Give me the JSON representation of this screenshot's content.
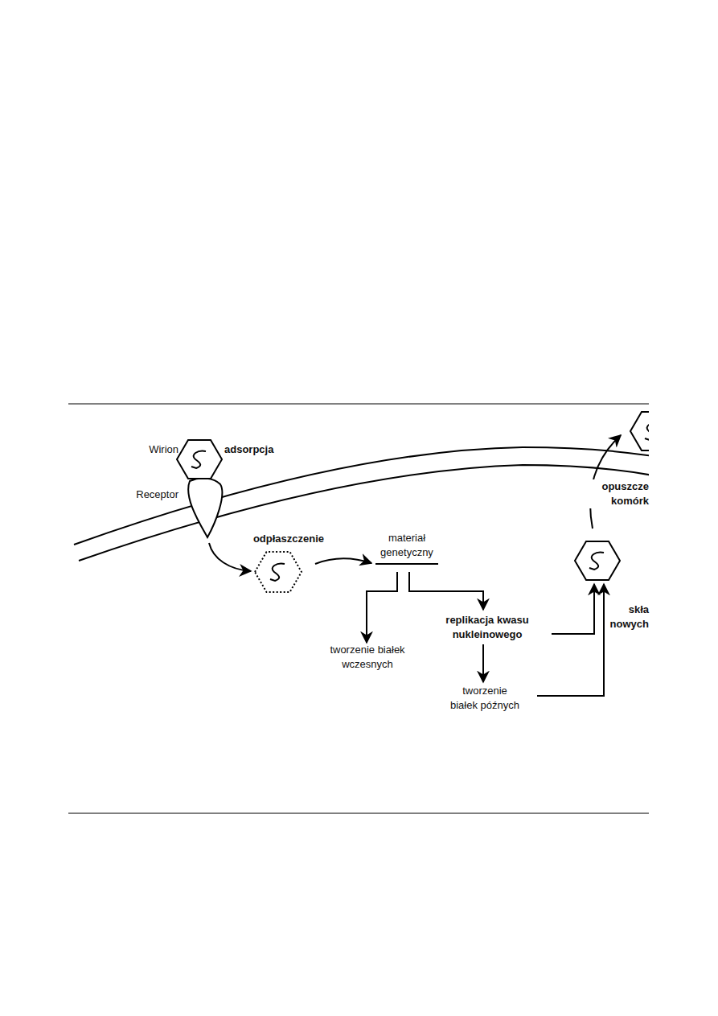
{
  "diagram": {
    "labels": [
      "Wirion",
      "adsorpcja",
      "Receptor",
      "odpłaszczenie",
      "materiał genetyczny",
      "tworzenie białek wczesnych",
      "replikacja kwasu nukleinowego",
      "tworzenie białek późnych",
      "opuszcze komórk",
      "skła nowych"
    ]
  }
}
